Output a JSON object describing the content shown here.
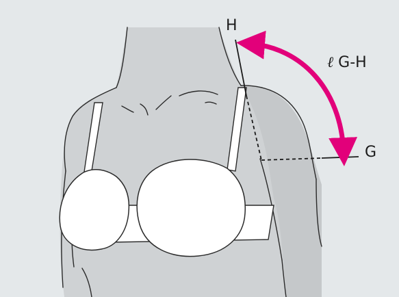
{
  "diagram": {
    "labels": {
      "point_h": "H",
      "point_g": "G",
      "angle_prefix": "ℓ",
      "angle_rest": "G-H"
    },
    "colors": {
      "background": "#ffffff",
      "panel": "#e4e8ea",
      "body_shade": "#cfd2d4",
      "body_shade_dark": "#c5c8ca",
      "outline": "#2a2a2a",
      "bra_fill": "#ffffff",
      "arrow": "#e2007a"
    }
  }
}
